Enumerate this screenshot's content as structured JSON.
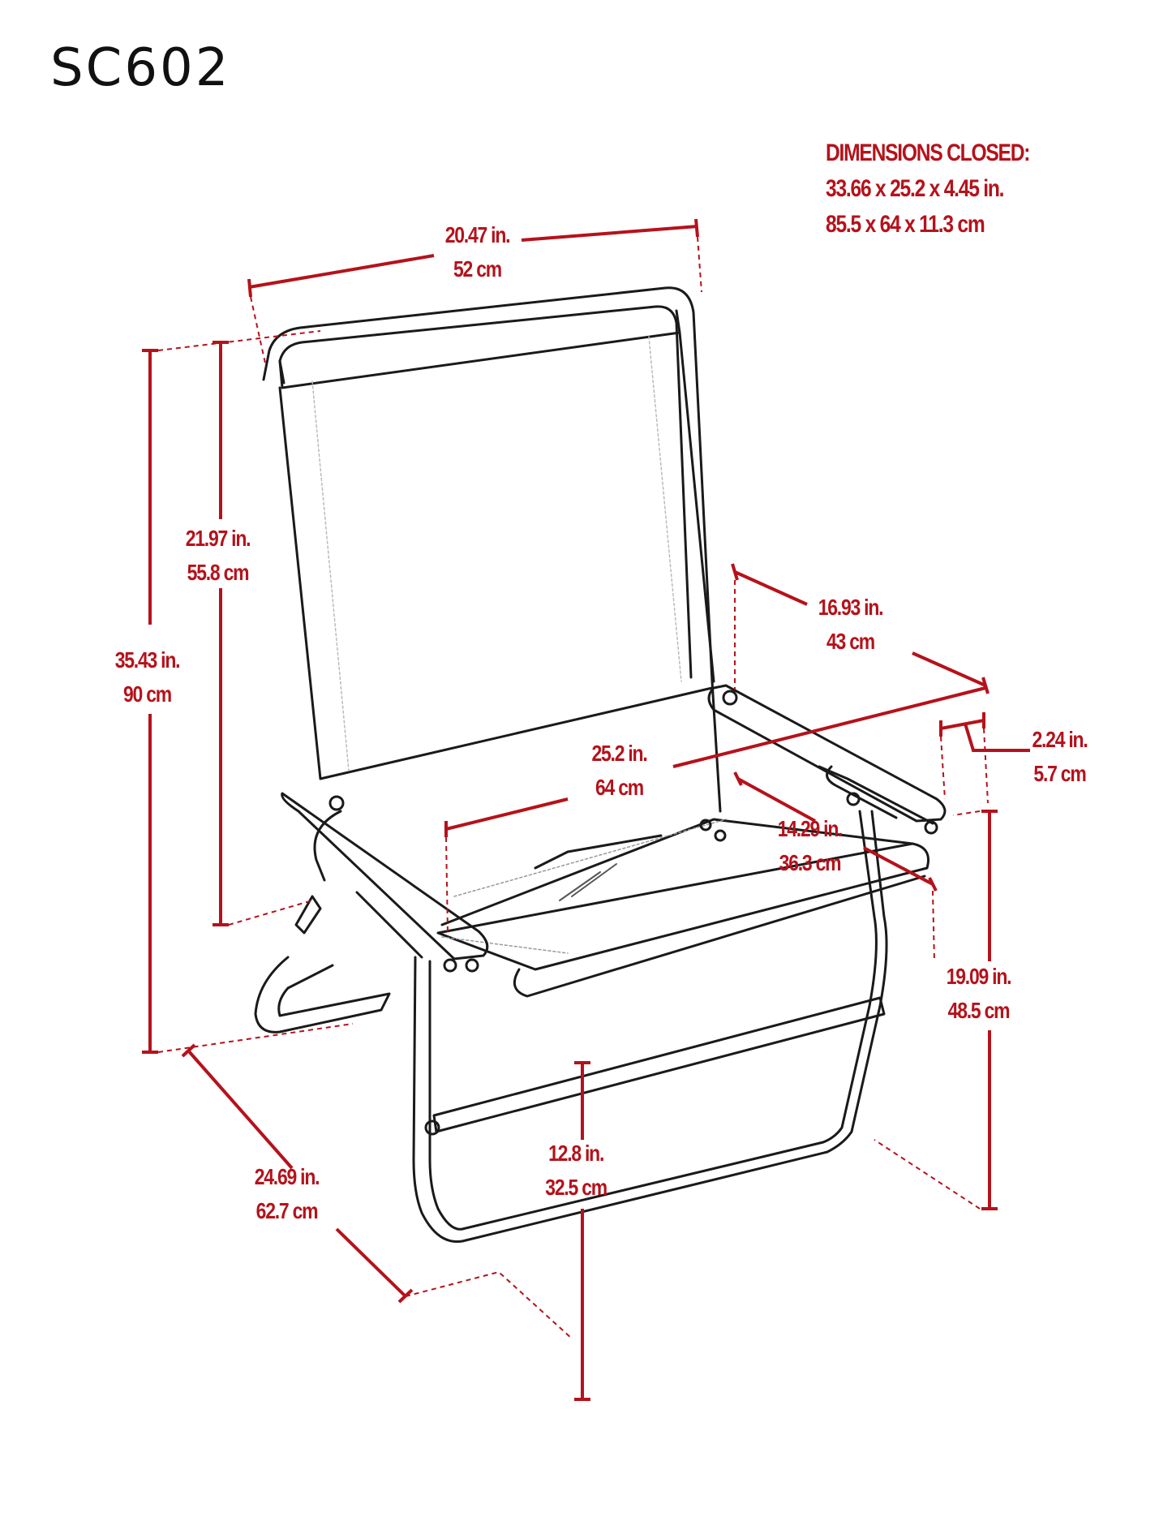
{
  "model": "SC602",
  "closed": {
    "heading": "DIMENSIONS CLOSED:",
    "imperial": "33.66  x  25.2  x  4.45 in.",
    "metric": "85.5  x  64  x  11.3 cm"
  },
  "dimensions": {
    "back_width": {
      "in": "20.47 in.",
      "cm": "52 cm"
    },
    "back_height": {
      "in": "21.97 in.",
      "cm": "55.8 cm"
    },
    "total_height": {
      "in": "35.43 in.",
      "cm": "90 cm"
    },
    "arm_length": {
      "in": "16.93 in.",
      "cm": "43 cm"
    },
    "total_width": {
      "in": "25.2 in.",
      "cm": "64 cm"
    },
    "arm_width": {
      "in": "2.24 in.",
      "cm": "5.7 cm"
    },
    "seat_depth": {
      "in": "14.29 in.",
      "cm": "36.3 cm"
    },
    "arm_height": {
      "in": "19.09 in.",
      "cm": "48.5 cm"
    },
    "total_depth": {
      "in": "24.69 in.",
      "cm": "62.7 cm"
    },
    "seat_height": {
      "in": "12.8 in.",
      "cm": "32.5 cm"
    }
  },
  "colors": {
    "dimension": "#b5121b",
    "outline": "#1a1a1a"
  }
}
